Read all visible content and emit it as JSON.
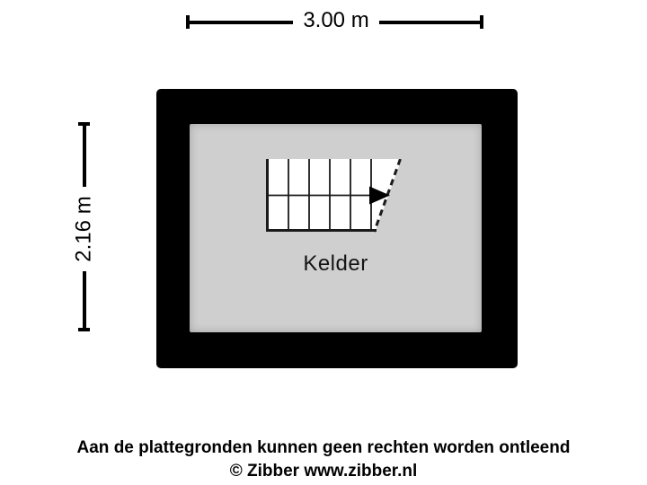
{
  "dimensions": {
    "width": {
      "label": "3.00 m"
    },
    "height": {
      "label": "2.16 m"
    }
  },
  "plan": {
    "room_label": "Kelder",
    "wall_color": "#000000",
    "floor_color": "#cfcfcf",
    "stair": {
      "name": "staircase",
      "treads": 6,
      "direction_arrow": "right",
      "cut_line": "dashed"
    }
  },
  "footer": {
    "disclaimer": "Aan de plattegronden kunnen geen rechten worden ontleend",
    "copyright": "© Zibber www.zibber.nl"
  }
}
